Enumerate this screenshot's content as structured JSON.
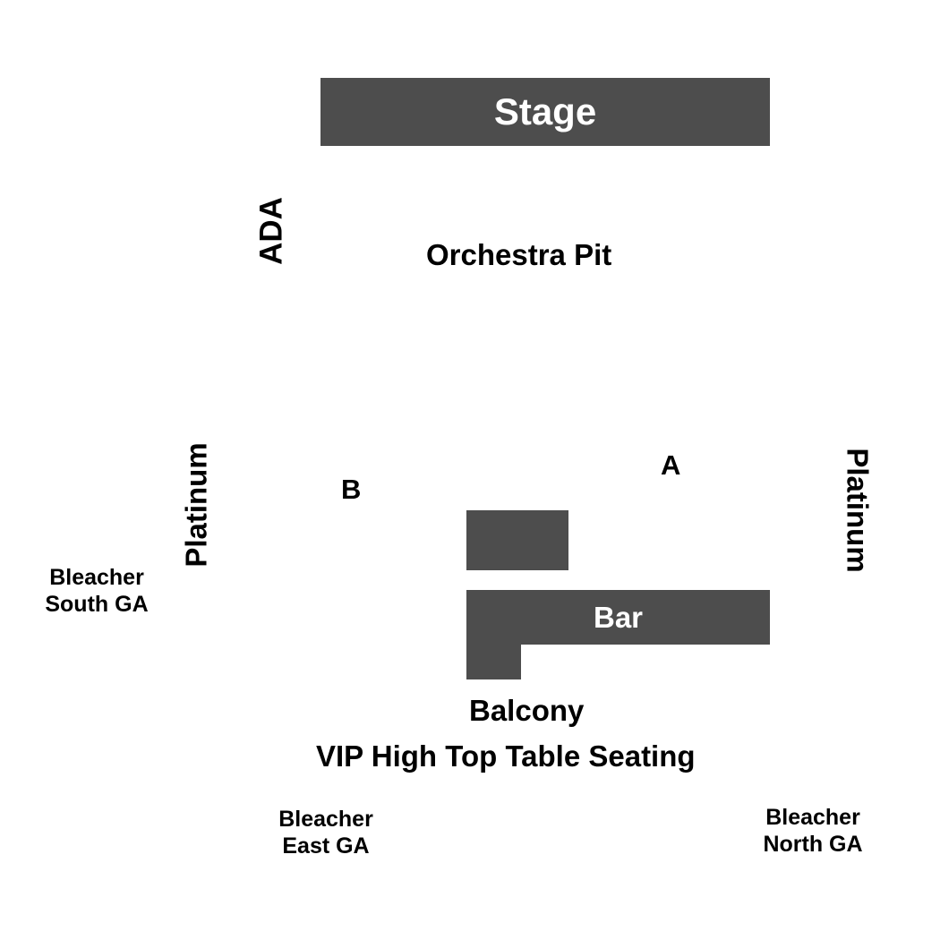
{
  "map": {
    "stage_label": "Stage",
    "bar_label": "Bar",
    "sections": {
      "ada": "ADA",
      "orchestra_pit": "Orchestra Pit",
      "platinum_left": "Platinum",
      "platinum_right": "Platinum",
      "section_a": "A",
      "section_b": "B",
      "balcony": "Balcony",
      "vip": "VIP High Top Table Seating",
      "bleacher_south": [
        "Bleacher",
        "South GA"
      ],
      "bleacher_east": [
        "Bleacher",
        "East GA"
      ],
      "bleacher_north": [
        "Bleacher",
        "North GA"
      ]
    },
    "colors": {
      "block_fill": "#4d4d4d",
      "block_text": "#ffffff",
      "label_text": "#000000",
      "background": "#ffffff"
    }
  }
}
